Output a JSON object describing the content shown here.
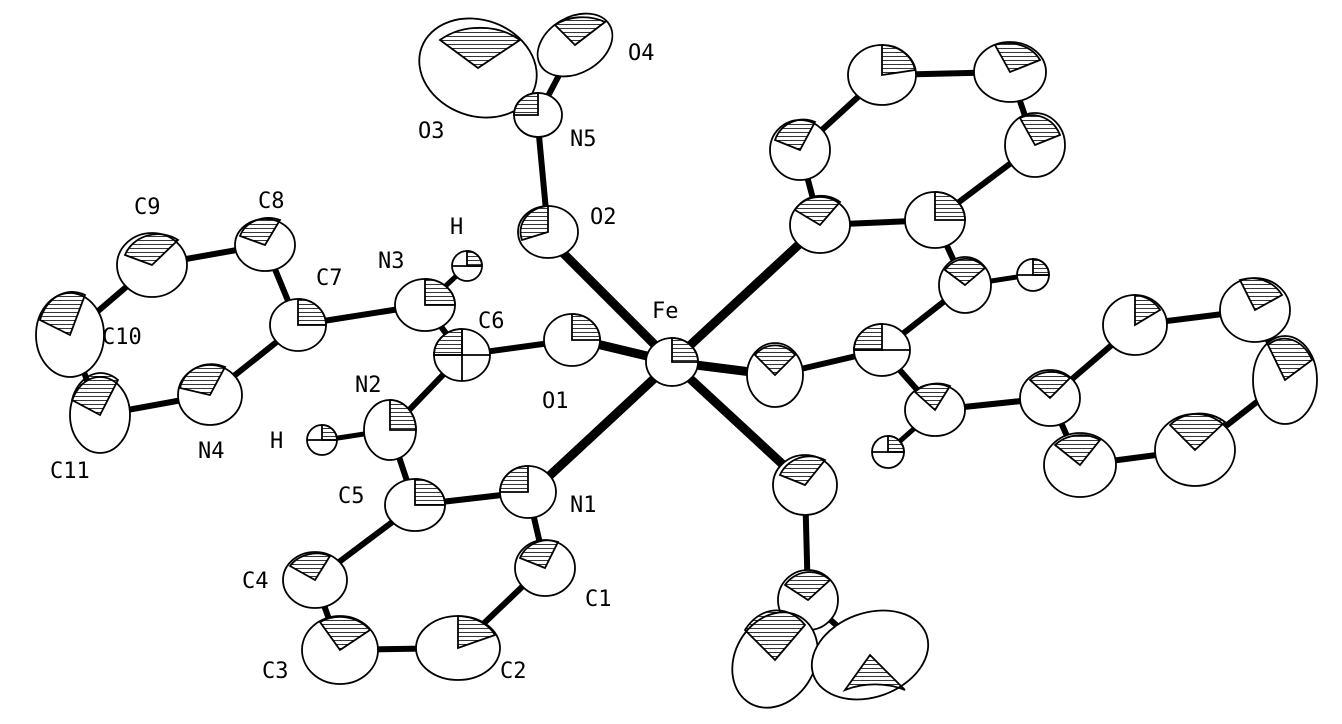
{
  "diagram": {
    "type": "ortep-crystal-structure",
    "atom_labels": {
      "fe": "Fe",
      "o1": "O1",
      "o2": "O2",
      "o3": "O3",
      "o4": "O4",
      "n1": "N1",
      "n2": "N2",
      "n3": "N3",
      "n4": "N4",
      "n5": "N5",
      "c1": "C1",
      "c2": "C2",
      "c3": "C3",
      "c4": "C4",
      "c5": "C5",
      "c6": "C6",
      "c7": "C7",
      "c8": "C8",
      "c9": "C9",
      "c10": "C10",
      "c11": "C11",
      "h_n2": "H",
      "h_n3": "H"
    },
    "colors": {
      "ink": "#000000",
      "fill": "#ffffff"
    }
  }
}
